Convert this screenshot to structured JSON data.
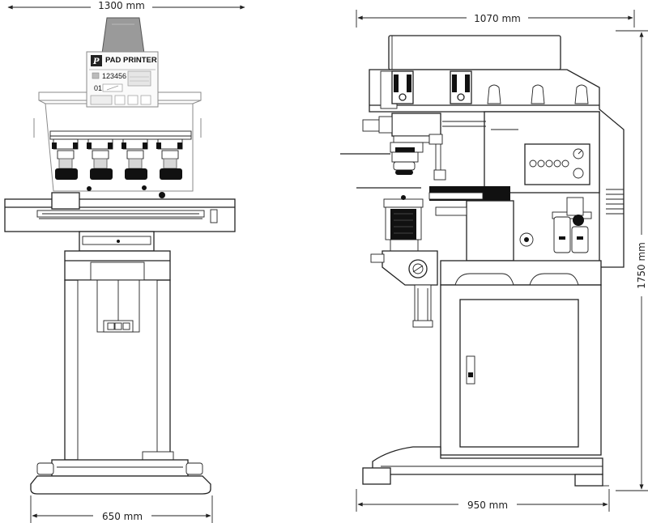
{
  "dimensions": {
    "front_width": "1300 mm",
    "front_base": "650 mm",
    "side_width": "1070 mm",
    "side_base": "950 mm",
    "side_height": "1750 mm"
  },
  "panel": {
    "title": "PAD PRINTER",
    "counter": "123456",
    "station": "01"
  },
  "colors": {
    "line": "#222222",
    "shade": "#d6d6d6",
    "dark": "#111111"
  }
}
